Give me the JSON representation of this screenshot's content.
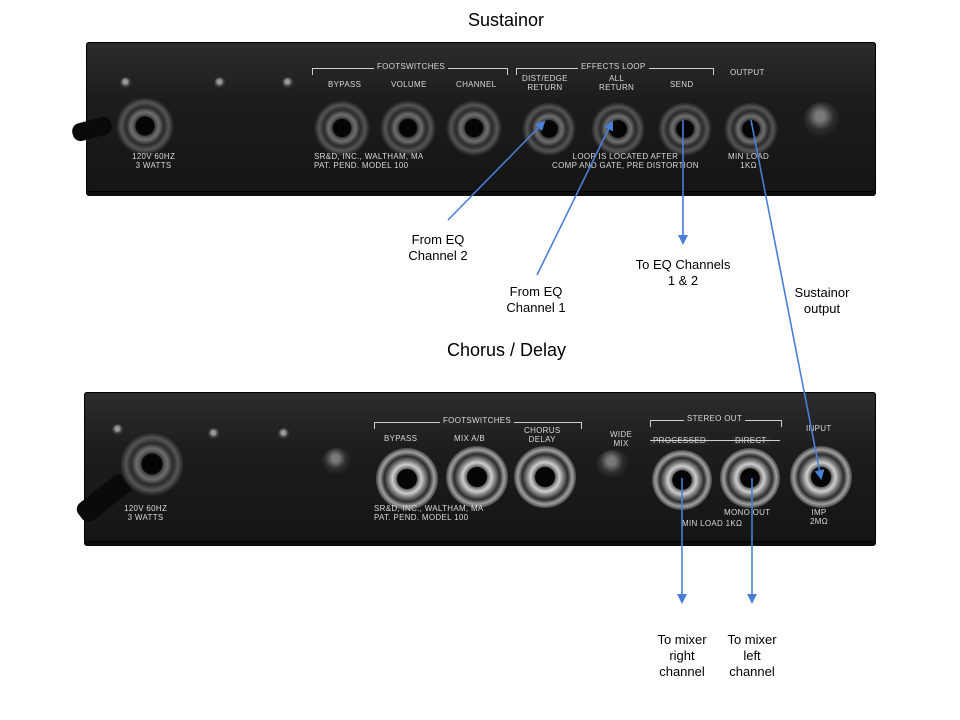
{
  "titles": {
    "top": "Sustainor",
    "bottom": "Chorus / Delay"
  },
  "sustainor": {
    "power": [
      "120V 60HZ",
      "3 WATTS"
    ],
    "footswitches_header": "FOOTSWITCHES",
    "bypass": "BYPASS",
    "volume": "VOLUME",
    "channel": "CHANNEL",
    "effects_loop_header": "EFFECTS LOOP",
    "dist_return": [
      "DIST/EDGE",
      "RETURN"
    ],
    "all_return": [
      "ALL",
      "RETURN"
    ],
    "send": "SEND",
    "output": "OUTPUT",
    "maker": [
      "SR&D, INC., WALTHAM, MA",
      "PAT. PEND. MODEL 100"
    ],
    "loop_note": [
      "LOOP IS LOCATED AFTER",
      "COMP AND GATE, PRE DISTORTION"
    ],
    "min_load": [
      "MIN LOAD",
      "1KΩ"
    ]
  },
  "chorus": {
    "power": [
      "120V 60HZ",
      "3 WATTS"
    ],
    "footswitches_header": "FOOTSWITCHES",
    "bypass": "BYPASS",
    "mix_ab": "MIX A/B",
    "chorus_delay": [
      "CHORUS",
      "DELAY"
    ],
    "wide_mix": [
      "WIDE",
      "MIX"
    ],
    "stereo_out": "STEREO OUT",
    "processed": "PROCESSED",
    "direct": "DIRECT",
    "mono_out": "MONO OUT",
    "min_load": "MIN LOAD 1KΩ",
    "input": "INPUT",
    "imp": [
      "IMP",
      "2MΩ"
    ],
    "maker": [
      "SR&D, INC., WALTHAM, MA",
      "PAT. PEND. MODEL 100"
    ]
  },
  "annotations": {
    "from_eq2": [
      "From EQ",
      "Channel 2"
    ],
    "from_eq1": [
      "From EQ",
      "Channel 1"
    ],
    "to_eq": [
      "To EQ Channels",
      "1 & 2"
    ],
    "sustainor_output": [
      "Sustainor",
      "output"
    ],
    "mixer_right": [
      "To mixer",
      "right",
      "channel"
    ],
    "mixer_left": [
      "To mixer",
      "left",
      "channel"
    ]
  },
  "colors": {
    "arrow": "#4a7fd6",
    "panel": "#1c1c1c",
    "panel_text": "#d8d8d8"
  }
}
